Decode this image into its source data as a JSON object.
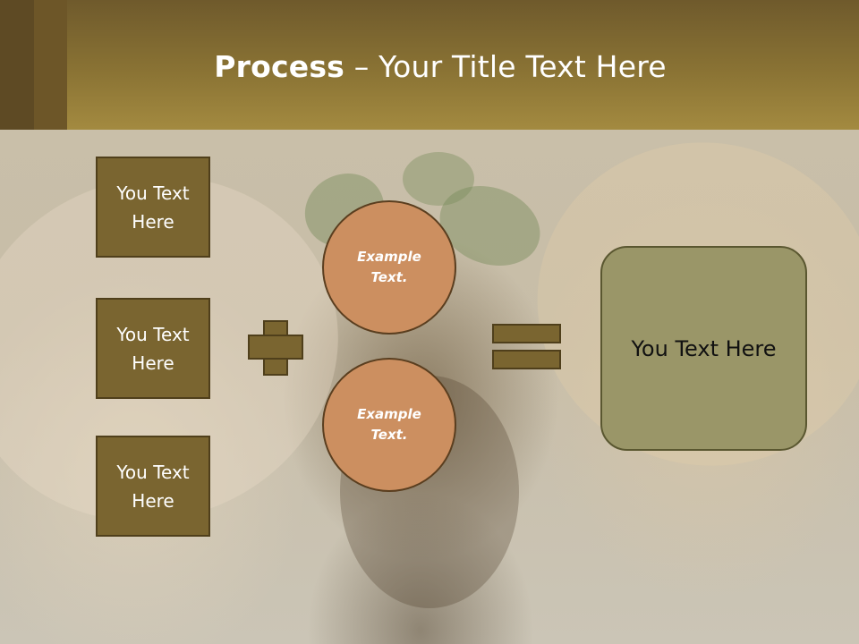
{
  "slide": {
    "title": {
      "bold": "Process",
      "rest": " – Your Title Text Here"
    },
    "left_boxes": [
      {
        "label": "You Text Here"
      },
      {
        "label": "You Text Here"
      },
      {
        "label": "You Text Here"
      }
    ],
    "circles": [
      {
        "label": "Example Text."
      },
      {
        "label": "Example Text."
      }
    ],
    "result": {
      "label": "You Text Here"
    }
  },
  "colors": {
    "header": "#8a7334",
    "box_fill": "#7a6530",
    "circle_fill": "#cc8f60",
    "result_fill": "#9a9668"
  }
}
